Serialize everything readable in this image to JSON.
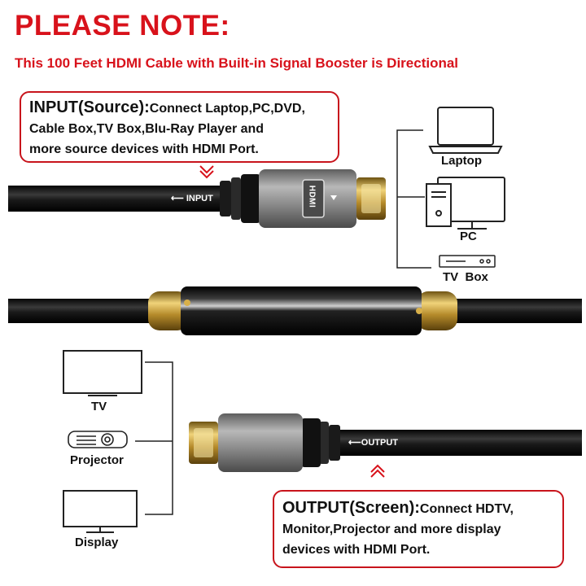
{
  "header": {
    "title": "PLEASE NOTE:",
    "subtitle": "This 100 Feet HDMI Cable with Built-in Signal Booster is Directional"
  },
  "input_callout": {
    "heading": "INPUT(Source):",
    "text_line1": "Connect Laptop,PC,DVD,",
    "text_line2": "Cable Box,TV Box,Blu-Ray Player and",
    "text_line3": "more source devices with HDMI Port."
  },
  "output_callout": {
    "heading": "OUTPUT(Screen):",
    "text_line1": "Connect HDTV,",
    "text_line2": "Monitor,Projector and more display",
    "text_line3": "devices with HDMI Port."
  },
  "cable": {
    "input_label": "INPUT",
    "output_label": "OUTPUT",
    "connector_logo": "HDMI"
  },
  "source_devices": [
    {
      "label": "Laptop",
      "icon": "laptop-icon"
    },
    {
      "label": "PC",
      "icon": "desktop-pc-icon"
    },
    {
      "label": "TV  Box",
      "icon": "tv-box-icon"
    }
  ],
  "display_devices": [
    {
      "label": "TV",
      "icon": "tv-icon"
    },
    {
      "label": "Projector",
      "icon": "projector-icon"
    },
    {
      "label": "Display",
      "icon": "monitor-icon"
    }
  ],
  "colors": {
    "accent_red": "#d8121b",
    "cable_black": "#1a1a1a",
    "connector_gray": "#8e8e8e",
    "gold": "#c8a23a"
  }
}
